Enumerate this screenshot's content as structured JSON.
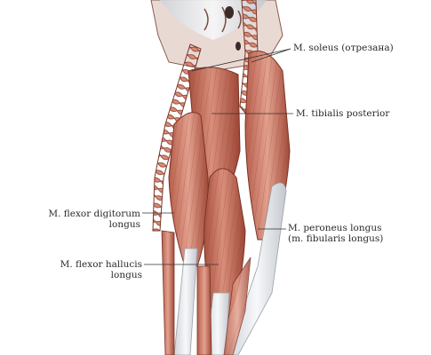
{
  "labels": {
    "soleus": [
      "M. soleus (отрезана)"
    ],
    "tibialis_posterior": [
      "M. tibialis posterior"
    ],
    "flexor_digitorum": [
      "M. flexor digitorum",
      "longus"
    ],
    "peroneus": [
      "M. peroneus longus",
      "(m. fibularis longus)"
    ],
    "flexor_hallucis": [
      "M. flexor hallucis",
      "longus"
    ]
  },
  "colors": {
    "muscle": "#c97a68",
    "muscle_dark": "#8e3d30",
    "muscle_light": "#e8b3a3",
    "tendon": "#eef0f2",
    "leader": "#333333",
    "text": "#2a2a2a"
  }
}
